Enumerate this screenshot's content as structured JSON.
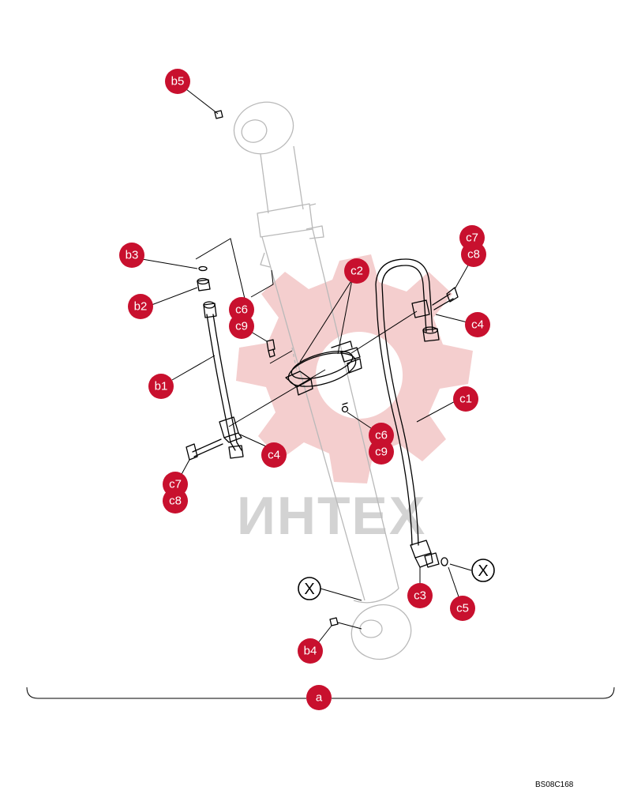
{
  "watermark_text": "ИНТЕХ",
  "drawing_code": "BS08C168",
  "callouts": [
    "b5",
    "b3",
    "b2",
    "b1",
    "b4",
    "c7",
    "c8",
    "c6",
    "c9",
    "c2",
    "c4",
    "c1",
    "c3",
    "c5",
    "a"
  ],
  "reference_mark": "X",
  "colors": {
    "callout_fill": "#c8102e",
    "callout_text": "#ffffff",
    "watermark": "#f2c8c8",
    "ghost_line": "#b9b9b9"
  }
}
